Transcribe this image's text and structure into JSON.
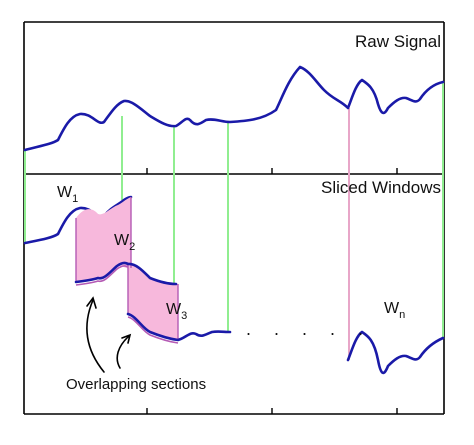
{
  "top_panel": {
    "title": "Raw Signal"
  },
  "bottom_panel": {
    "title": "Sliced Windows"
  },
  "windows": [
    {
      "letter": "W",
      "index": "1"
    },
    {
      "letter": "W",
      "index": "2"
    },
    {
      "letter": "W",
      "index": "3"
    },
    {
      "letter": "W",
      "index": "n"
    }
  ],
  "ellipsis": ". . . . .",
  "annotation": "Overlapping sections",
  "colors": {
    "signal": "#1a1aa8",
    "window_boundary": "#90ee90",
    "last_window_boundary": "#e8a6c8",
    "overlap_fill": "#f7b8dc",
    "overlap_edge": "#b45ab4",
    "axis": "#000000"
  }
}
